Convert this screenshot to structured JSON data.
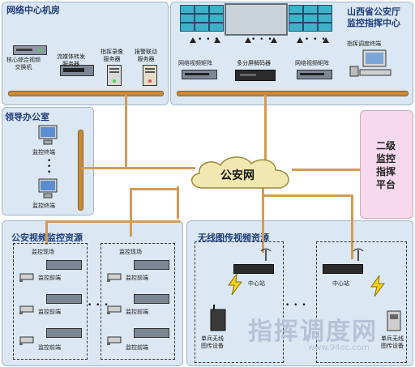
{
  "panels": {
    "data_center": {
      "title": "网络中心机房"
    },
    "command_center": {
      "title_line1": "山西省公安厅",
      "title_line2": "监控指挥中心"
    },
    "leadership_office": {
      "title": "领导办公室"
    },
    "secondary_platform": {
      "line1": "二级",
      "line2": "监控",
      "line3": "指挥",
      "line4": "平台"
    },
    "video_resources": {
      "title": "公安视频监控资源"
    },
    "wireless_resources": {
      "title": "无线图传视频资源"
    }
  },
  "data_center_devices": [
    {
      "line1": "核心综合视频",
      "line2": "交换机"
    },
    {
      "line1": "流媒体转发",
      "line2": "服务器"
    },
    {
      "line1": "指挥录像",
      "line2": "服务器"
    },
    {
      "line1": "报警联动",
      "line2": "服务器"
    }
  ],
  "command_center_devices": {
    "matrix_left": "网络视频矩阵",
    "decoder": "多分屏解码器",
    "matrix_right": "网络视频矩阵",
    "dispatch_terminal": "指挥调度终端"
  },
  "office_terminals": [
    "监控终端",
    "监控终端"
  ],
  "network": {
    "label": "公安网"
  },
  "sites": [
    {
      "title": "监控现场",
      "fronts": [
        "监控前端",
        "监控前端",
        "监控前端"
      ]
    },
    {
      "title": "监控现场",
      "fronts": [
        "监控前端",
        "监控前端",
        "监控前端"
      ]
    }
  ],
  "wireless": {
    "stations": [
      "中心站",
      "中心站"
    ],
    "soldiers": [
      {
        "line1": "单兵无线",
        "line2": "图传设备"
      },
      {
        "line1": "单兵无线",
        "line2": "图传设备"
      }
    ]
  },
  "watermark": {
    "text": "指挥调度网",
    "url": "www.94ec.com"
  }
}
